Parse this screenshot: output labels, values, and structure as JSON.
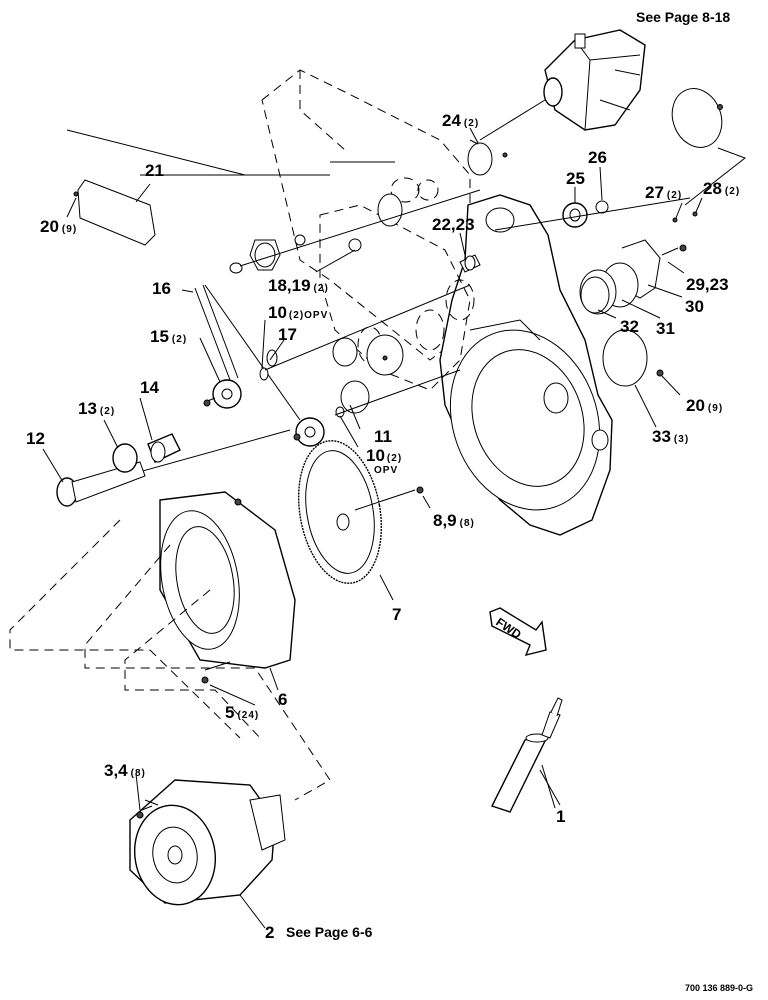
{
  "notes": {
    "pump_ref": "See Page 8-18",
    "gearbox_ref": "See Page 6-6",
    "fwd": "FWD",
    "drawing_number": "700 136 889-0-G"
  },
  "callouts": [
    {
      "id": "c1",
      "num": "1",
      "qty": ""
    },
    {
      "id": "c2",
      "num": "2",
      "qty": ""
    },
    {
      "id": "c34",
      "num": "3,4",
      "qty": "(8)"
    },
    {
      "id": "c5",
      "num": "5",
      "qty": "(24)"
    },
    {
      "id": "c6",
      "num": "6",
      "qty": ""
    },
    {
      "id": "c7",
      "num": "7",
      "qty": ""
    },
    {
      "id": "c89",
      "num": "8,9",
      "qty": "(8)"
    },
    {
      "id": "c10a",
      "num": "10",
      "qty": "(2)",
      "extra": "OPV"
    },
    {
      "id": "c10b",
      "num": "10",
      "qty": "(2)",
      "extra": "OPV"
    },
    {
      "id": "c11",
      "num": "11",
      "qty": ""
    },
    {
      "id": "c12",
      "num": "12",
      "qty": ""
    },
    {
      "id": "c13",
      "num": "13",
      "qty": "(2)"
    },
    {
      "id": "c14",
      "num": "14",
      "qty": ""
    },
    {
      "id": "c15",
      "num": "15",
      "qty": "(2)"
    },
    {
      "id": "c16",
      "num": "16",
      "qty": ""
    },
    {
      "id": "c17",
      "num": "17",
      "qty": ""
    },
    {
      "id": "c1819",
      "num": "18,19",
      "qty": "(2)"
    },
    {
      "id": "c20a",
      "num": "20",
      "qty": "(9)"
    },
    {
      "id": "c20b",
      "num": "20",
      "qty": "(9)"
    },
    {
      "id": "c21",
      "num": "21",
      "qty": ""
    },
    {
      "id": "c2223",
      "num": "22,23",
      "qty": ""
    },
    {
      "id": "c24",
      "num": "24",
      "qty": "(2)"
    },
    {
      "id": "c25",
      "num": "25",
      "qty": ""
    },
    {
      "id": "c26",
      "num": "26",
      "qty": ""
    },
    {
      "id": "c27",
      "num": "27",
      "qty": "(2)"
    },
    {
      "id": "c28",
      "num": "28",
      "qty": "(2)"
    },
    {
      "id": "c2923",
      "num": "29,23",
      "qty": ""
    },
    {
      "id": "c30",
      "num": "30",
      "qty": ""
    },
    {
      "id": "c31",
      "num": "31",
      "qty": ""
    },
    {
      "id": "c32",
      "num": "32",
      "qty": ""
    },
    {
      "id": "c33",
      "num": "33",
      "qty": "(3)"
    }
  ]
}
